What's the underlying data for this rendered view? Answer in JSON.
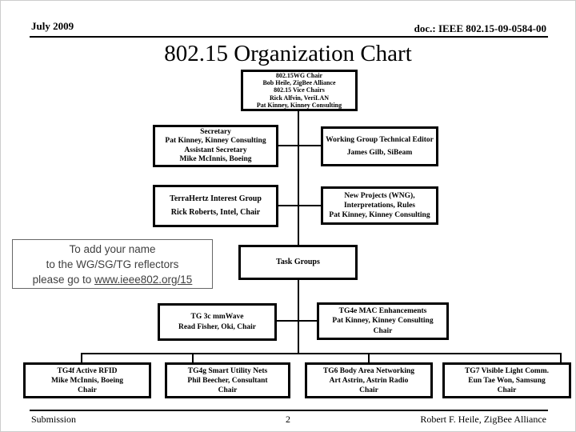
{
  "header": {
    "date": "July 2009",
    "doc": "doc.: IEEE 802.15-09-0584-00",
    "title": "802.15 Organization Chart"
  },
  "org": {
    "wg_chair": [
      "802.15WG Chair",
      "Bob Heile, ZigBee Alliance",
      "802.15 Vice Chairs",
      "Rick Alfvin, VeriLAN",
      "Pat Kinney, Kinney Consulting"
    ],
    "secretary": [
      "Secretary",
      "Pat Kinney, Kinney Consulting",
      "Assistant Secretary",
      "Mike McInnis, Boeing"
    ],
    "tech_editor": [
      "Working Group Technical Editor",
      "James Gilb, SiBeam"
    ],
    "terahertz": [
      "TerraHertz Interest Group",
      "Rick Roberts, Intel, Chair"
    ],
    "new_projects": [
      "New Projects (WNG),",
      "Interpretations, Rules",
      "Pat Kinney, Kinney Consulting"
    ],
    "task_groups": "Task Groups",
    "tg3c": [
      "TG 3c mmWave",
      "Read Fisher, Oki, Chair"
    ],
    "tg4e": [
      "TG4e MAC Enhancements",
      "Pat Kinney, Kinney Consulting",
      "Chair"
    ],
    "tg4f": [
      "TG4f  Active RFID",
      "Mike McInnis, Boeing",
      "Chair"
    ],
    "tg4g": [
      "TG4g  Smart Utility Nets",
      "Phil Beecher, Consultant",
      "Chair"
    ],
    "tg6": [
      "TG6 Body Area Networking",
      "Art Astrin, Astrin Radio",
      "Chair"
    ],
    "tg7": [
      "TG7 Visible Light Comm.",
      "Eun Tae Won, Samsung",
      "Chair"
    ]
  },
  "note": {
    "line1": "To add your name",
    "line2": "to the WG/SG/TG reflectors",
    "line3_prefix": "please go to ",
    "link": "www.ieee802.org/15"
  },
  "footer": {
    "left": "Submission",
    "page": "2",
    "right": "Robert F. Heile, ZigBee Alliance"
  },
  "colors": {
    "line": "#000000",
    "background": "#ffffff",
    "note_text": "#3f3f3f"
  }
}
